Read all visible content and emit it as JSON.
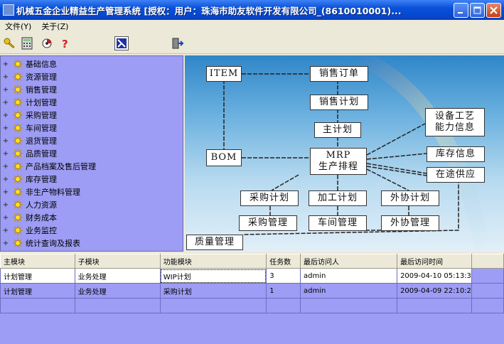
{
  "window": {
    "title": "机械五金企业精益生产管理系统  [授权：用户：珠海市助友软件开发有限公司_(8610010001)..."
  },
  "menu": {
    "items": [
      "文件(Y)",
      "关于(Z)"
    ]
  },
  "toolbar": {
    "icons": [
      "key-icon",
      "calculator-icon",
      "switch-user-icon",
      "help-icon",
      "scan-icon",
      "exit-icon"
    ]
  },
  "tree": {
    "items": [
      "基础信息",
      "资源管理",
      "销售管理",
      "计划管理",
      "采购管理",
      "车间管理",
      "退货管理",
      "品质管理",
      "产品档案及售后管理",
      "库存管理",
      "非生产物料管理",
      "人力资源",
      "财务成本",
      "业务监控",
      "统计查询及报表"
    ]
  },
  "diagram": {
    "item": "ITEM",
    "sales_order": "销售订单",
    "sales_plan": "销售计划",
    "master_plan": "主计划",
    "bom": "BOM",
    "mrp": "MRP",
    "mrp_sub": "生产排程",
    "equipment": "设备工艺",
    "equipment_sub": "能力信息",
    "inventory": "库存信息",
    "in_transit": "在途供应",
    "purchase_plan": "采购计划",
    "process_plan": "加工计划",
    "outsource_plan": "外协计划",
    "purchase_mgmt": "采购管理",
    "workshop_mgmt": "车间管理",
    "outsource_mgmt": "外协管理",
    "quality_mgmt": "质量管理"
  },
  "grid": {
    "columns": [
      "主模块",
      "子模块",
      "功能模块",
      "任务数",
      "最后访问人",
      "最后访问时间"
    ],
    "rows": [
      [
        "计划管理",
        "业务处理",
        "WIP计划",
        "3",
        "admin",
        "2009-04-10 05:13:3"
      ],
      [
        "计划管理",
        "业务处理",
        "采购计划",
        "1",
        "admin",
        "2009-04-09 22:10:2"
      ]
    ]
  },
  "colors": {
    "title_bar": "#0548d0",
    "panel_bg": "#9d9df5",
    "window_bg": "#ece9d8"
  }
}
